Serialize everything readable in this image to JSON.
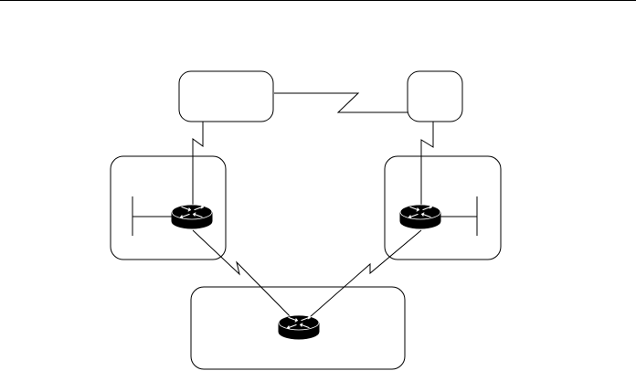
{
  "diagram": {
    "nodes": [
      {
        "id": "cloud-left",
        "kind": "area",
        "label": ""
      },
      {
        "id": "cloud-right",
        "kind": "area",
        "label": ""
      },
      {
        "id": "site-left",
        "kind": "area",
        "label": ""
      },
      {
        "id": "site-right",
        "kind": "area",
        "label": ""
      },
      {
        "id": "site-bottom",
        "kind": "area",
        "label": ""
      },
      {
        "id": "router-left",
        "kind": "router",
        "icon": "router-icon",
        "label": ""
      },
      {
        "id": "router-right",
        "kind": "router",
        "icon": "router-icon",
        "label": ""
      },
      {
        "id": "router-bottom",
        "kind": "router",
        "icon": "router-icon",
        "label": ""
      }
    ],
    "links": [
      {
        "from": "cloud-left",
        "to": "cloud-right",
        "type": "serial"
      },
      {
        "from": "cloud-left",
        "to": "router-left",
        "type": "serial"
      },
      {
        "from": "cloud-right",
        "to": "router-right",
        "type": "serial"
      },
      {
        "from": "router-left",
        "to": "router-bottom",
        "type": "serial"
      },
      {
        "from": "router-right",
        "to": "router-bottom",
        "type": "serial"
      },
      {
        "from": "router-left",
        "to": "lan-left",
        "type": "ethernet"
      },
      {
        "from": "router-right",
        "to": "lan-right",
        "type": "ethernet"
      }
    ],
    "colors": {
      "line": "#000000",
      "router_fill": "#000000",
      "router_arrows": "#ffffff",
      "background": "#ffffff"
    }
  }
}
